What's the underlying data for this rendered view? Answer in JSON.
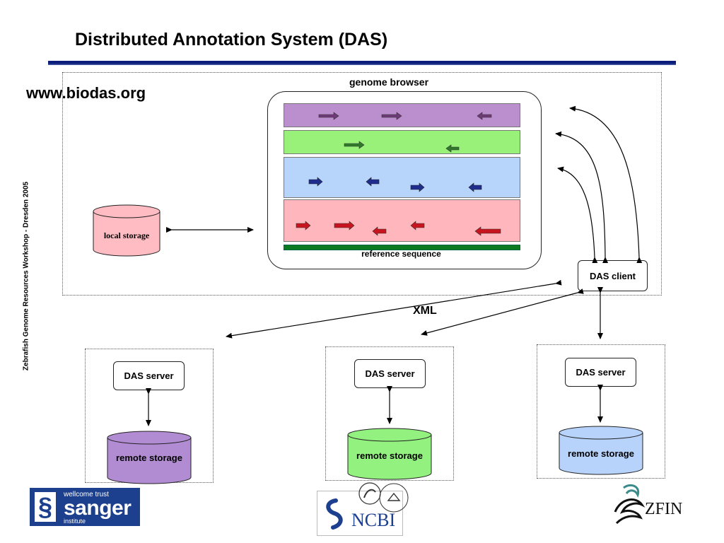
{
  "slide": {
    "title": "Distributed Annotation System (DAS)",
    "website": "www.biodas.org",
    "side_caption": "Zebrafish Genome Resources Workshop - Dresden 2005"
  },
  "browser": {
    "label": "genome browser",
    "reference_label": "reference sequence",
    "tracks": [
      {
        "name": "purple-track",
        "color": "#bb8fce",
        "arrow_color": "#6e3a78"
      },
      {
        "name": "green-track",
        "color": "#99f17a",
        "arrow_color": "#2f7a2a"
      },
      {
        "name": "blue-track",
        "color": "#b7d4fb",
        "arrow_color": "#1f2d8f"
      },
      {
        "name": "red-track",
        "color": "#ffb7bd",
        "arrow_color": "#c8141e"
      }
    ],
    "reference_color": "#0b7a22"
  },
  "local": {
    "storage_label": "local storage",
    "storage_color": "#ffbcc3"
  },
  "client": {
    "label": "DAS client",
    "xml_label": "XML"
  },
  "servers": [
    {
      "server_label": "DAS server",
      "storage_label": "remote storage",
      "storage_color": "#b28cd3"
    },
    {
      "server_label": "DAS server",
      "storage_label": "remote storage",
      "storage_color": "#93f17f"
    },
    {
      "server_label": "DAS server",
      "storage_label": "remote storage",
      "storage_color": "#b7d3fb"
    }
  ],
  "logos": {
    "sanger_top": "wellcome trust",
    "sanger_main": "sanger",
    "sanger_bottom": "institute",
    "ncbi": "NCBI",
    "zfin": "ZFIN",
    "sanger_color": "#1c3f8e"
  }
}
